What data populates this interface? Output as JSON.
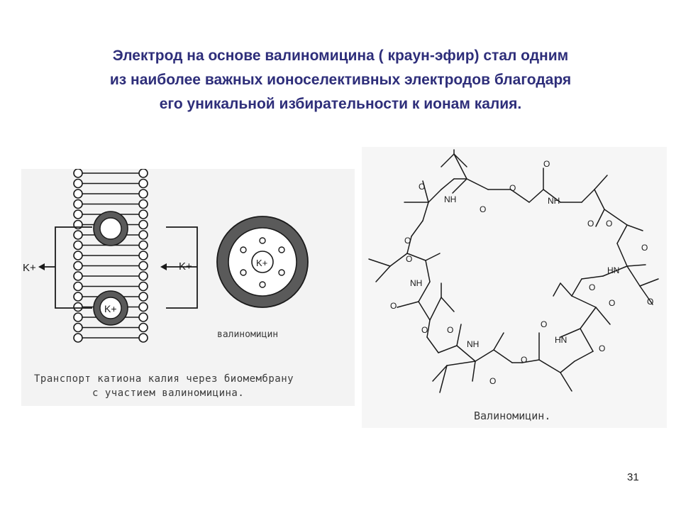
{
  "slide": {
    "title_lines": [
      "Электрод на основе валиномицина ( краун-эфир) стал одним",
      "из наиболее важных ионоселективных электродов благодаря",
      "его уникальной избирательности к ионам калия."
    ],
    "page_number": "31"
  },
  "membrane_figure": {
    "caption_lines": [
      "Транспорт катиона калия через биомембрану",
      "с участием валиномицина."
    ],
    "ion_label_left": "K+",
    "ion_label_right": "K+",
    "ion_label_complex": "K+"
  },
  "cross_section_figure": {
    "caption": "валиномицин",
    "ion_label": "K+"
  },
  "structure_figure": {
    "caption": "Валиномицин.",
    "labels": {
      "nh": "NH",
      "hn": "HN",
      "o": "O"
    }
  },
  "colors": {
    "title": "#2e2e7a",
    "ink": "#1a1a1a",
    "ring": "#5a5a5a"
  }
}
